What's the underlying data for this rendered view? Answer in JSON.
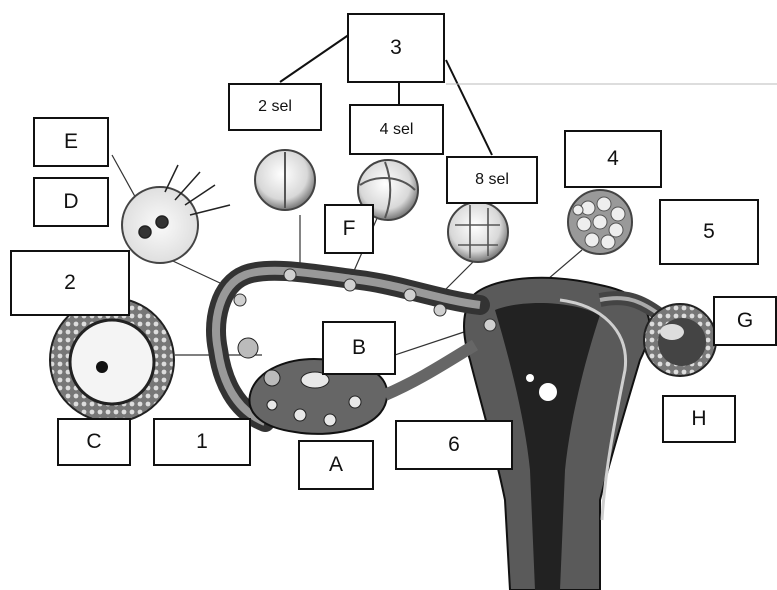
{
  "labels": {
    "n1": "1",
    "n2": "2",
    "n3": "3",
    "n4": "4",
    "n5": "5",
    "n6": "6",
    "A": "A",
    "B": "B",
    "C": "C",
    "D": "D",
    "E": "E",
    "F": "F",
    "G": "G",
    "H": "H",
    "sel2": "2 sel",
    "sel4": "4 sel",
    "sel8": "8 sel"
  },
  "colors": {
    "ink": "#111111",
    "tissue": "#555555",
    "dark": "#1a1a1a",
    "light": "#e6e6e6"
  }
}
